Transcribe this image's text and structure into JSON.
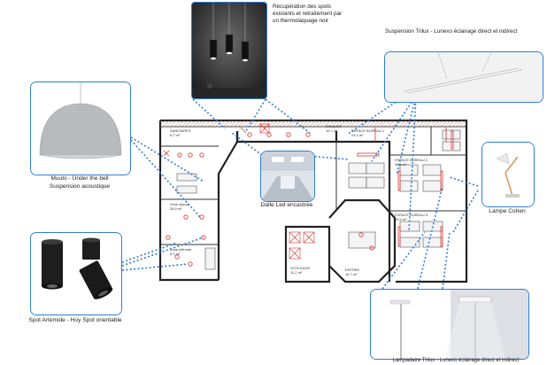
{
  "accent_color": "#2e7dd6",
  "plan_line_color": "#2e7dd6",
  "fixture_color": "#d8342b",
  "fixtures": {
    "spots_top": {
      "caption": "Récupération des spots existants et retraitement par un thermolaquage noir",
      "icon": "pendant-spots-icon"
    },
    "suspension_trilux": {
      "caption": "Suspension Trilux - Lunexo éclairage direct et indirect",
      "icon": "linear-suspension-icon"
    },
    "muuto": {
      "caption_line1": "Muuto - Under the bell",
      "caption_line2": "Suspension acoustique",
      "icon": "dome-pendant-icon"
    },
    "dalle_led": {
      "caption": "Dalle Led encastrée",
      "icon": "led-panel-icon"
    },
    "lampe_cohen": {
      "caption": "Lampe Cohen",
      "icon": "desk-lamp-icon"
    },
    "spot_artemide": {
      "caption": "Spot Artemide - Hoy Spot orientable",
      "icon": "cylinder-spot-icon"
    },
    "lampadaire_trilux": {
      "caption": "Lampadaire Trilux - Lunexo éclairage direct et indirect",
      "icon": "floor-lamp-icon"
    }
  },
  "rooms": {
    "sanitaires": {
      "name": "SANITAIRES",
      "area": "6.7 m²"
    },
    "couloir": {
      "name": "COULOIR",
      "area": "16.7 m²"
    },
    "bureau1": {
      "name": "ESPACE BUREAU 1",
      "area": "24.4 m²"
    },
    "bureau2": {
      "name": "ESPACE BUREAU 2",
      "area": "38.5 m²"
    },
    "bureau3": {
      "name": "ESPACE BUREAU 3",
      "area": "19.5 m²"
    },
    "zone_sejour": {
      "name": "Zone séjour",
      "area": "28.5 m²"
    },
    "zone_infirmier": {
      "name": "Zone infirmier",
      "area": "5.1 m²"
    },
    "stockage": {
      "name": "STOCKAGE",
      "area": "11.2 m²"
    },
    "entree": {
      "name": "ENTREE",
      "area": "16.7 m²"
    }
  }
}
